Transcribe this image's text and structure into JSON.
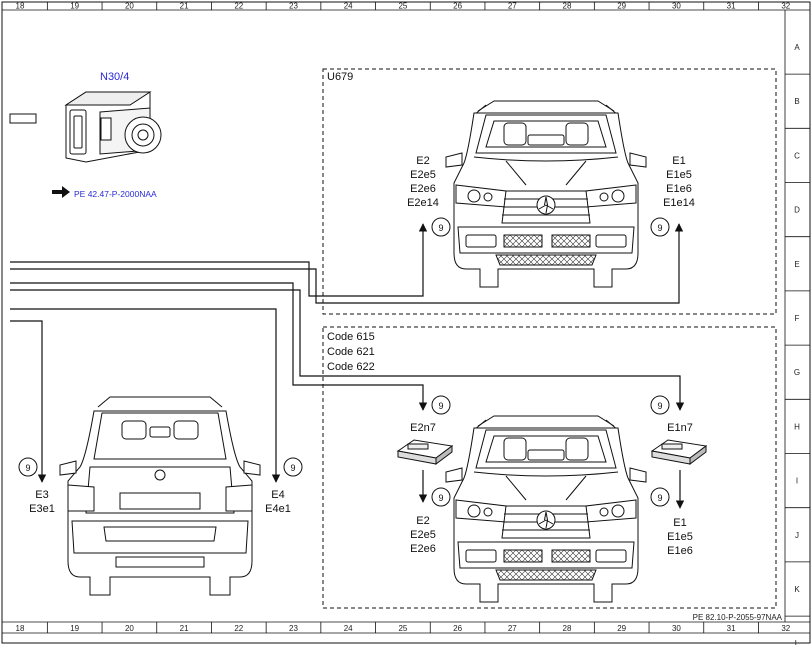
{
  "ruler_columns": [
    "18",
    "19",
    "20",
    "21",
    "22",
    "23",
    "24",
    "25",
    "26",
    "27",
    "28",
    "29",
    "30",
    "31",
    "32"
  ],
  "ruler_rows": [
    "A",
    "B",
    "C",
    "D",
    "E",
    "F",
    "G",
    "H",
    "I",
    "J",
    "K",
    "L"
  ],
  "component": {
    "name": "N30/4",
    "reference": "PE 42.47-P-2000NAA"
  },
  "box_top": {
    "label": "U679",
    "left_group": [
      "E2",
      "E2e5",
      "E2e6",
      "E2e14"
    ],
    "right_group": [
      "E1",
      "E1e5",
      "E1e6",
      "E1e14"
    ],
    "connector_left": "9",
    "connector_right": "9"
  },
  "box_bottom": {
    "codes": [
      "Code 615",
      "Code 621",
      "Code 622"
    ],
    "left_module": "E2n7",
    "right_module": "E1n7",
    "left_group": [
      "E2",
      "E2e5",
      "E2e6"
    ],
    "right_group": [
      "E1",
      "E1e5",
      "E1e6"
    ],
    "connectors": [
      "9",
      "9",
      "9",
      "9"
    ]
  },
  "rear": {
    "left_group": [
      "E3",
      "E3e1"
    ],
    "right_group": [
      "E4",
      "E4e1"
    ],
    "connector_left": "9",
    "connector_right": "9"
  },
  "footer_reference": "PE 82.10-P-2055-97NAA"
}
